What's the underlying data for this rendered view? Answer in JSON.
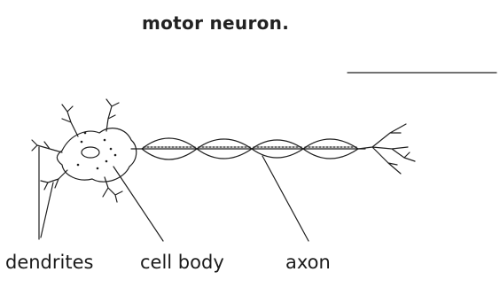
{
  "title": "motor neuron.",
  "labels": {
    "dendrites": "dendrites",
    "cell_body": "cell body",
    "axon": "axon"
  },
  "colors": {
    "ink": "#1f1f1f",
    "background": "#ffffff"
  }
}
